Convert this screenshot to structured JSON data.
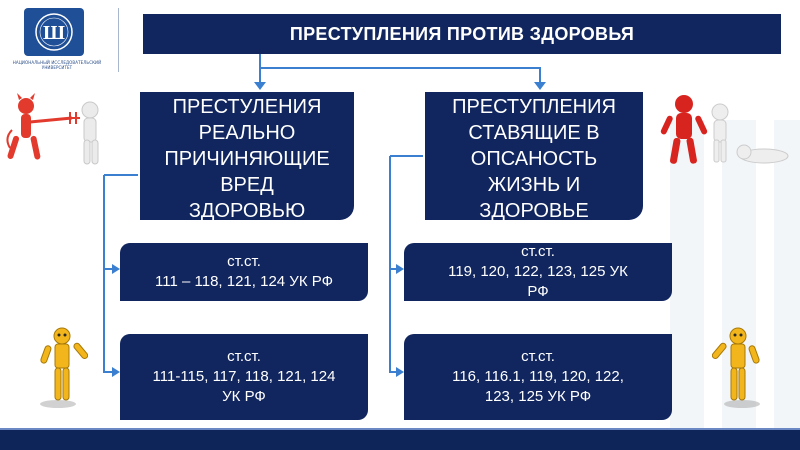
{
  "logo": {
    "monogram": "Ш",
    "caption": "НАЦИОНАЛЬНЫЙ ИССЛЕДОВАТЕЛЬСКИЙ УНИВЕРСИТЕТ"
  },
  "header": {
    "title": "ПРЕСТУПЛЕНИЯ ПРОТИВ ЗДОРОВЬЯ"
  },
  "categories": {
    "left": {
      "lines": [
        "ПРЕСТУЛЕНИЯ",
        "РЕАЛЬНО",
        "ПРИЧИНЯЮЩИЕ",
        "ВРЕД",
        "ЗДОРОВЬЮ"
      ]
    },
    "right": {
      "lines": [
        "ПРЕСТУПЛЕНИЯ",
        "СТАВЯЩИЕ В",
        "ОПСАНОСТЬ",
        "ЖИЗНЬ И",
        "ЗДОРОВЬЕ"
      ]
    }
  },
  "articles": {
    "left_1": {
      "line1": "ст.ст.",
      "line2": "111 – 118, 121, 124 УК РФ"
    },
    "left_2": {
      "line1": "ст.ст.",
      "line2": "111-115, 117, 118, 121, 124",
      "line3": "УК РФ"
    },
    "right_1": {
      "line1": "ст.ст.",
      "line2": "119, 120, 122, 123, 125 УК",
      "line3": "РФ"
    },
    "right_2": {
      "line1": "ст.ст.",
      "line2": "116, 116.1, 119, 120, 122,",
      "line3": "123, 125 УК РФ"
    }
  },
  "colors": {
    "box_fill": "#11265e",
    "connector": "#3b7fd0",
    "footer": "#0e2559"
  }
}
